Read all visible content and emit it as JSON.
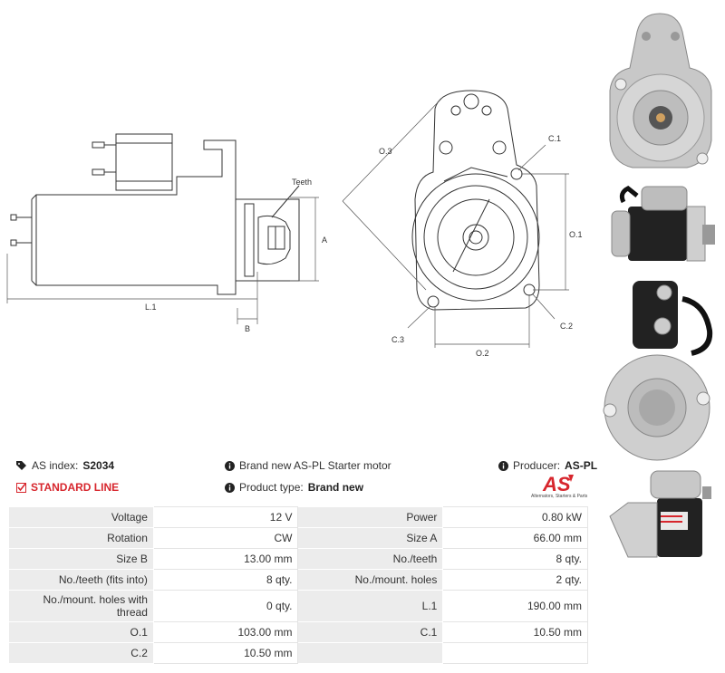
{
  "drawing_labels": {
    "teeth": "Teeth",
    "a": "A",
    "b": "B",
    "l1": "L.1",
    "o3": "O.3",
    "c1": "C.1",
    "o1": "O.1",
    "c2": "C.2",
    "c3": "C.3",
    "o2": "O.2"
  },
  "info": {
    "as_index_label": "AS index:",
    "as_index_value": "S2034",
    "standard_line": "STANDARD LINE",
    "description": "Brand new AS-PL Starter motor",
    "product_type_label": "Product type:",
    "product_type_value": "Brand new",
    "producer_label": "Producer:",
    "producer_value": "AS-PL"
  },
  "logo": {
    "text": "AS",
    "tagline": "Alternators, Starters & Parts",
    "color": "#d7262d"
  },
  "specs": [
    [
      "Voltage",
      "12 V",
      "Power",
      "0.80 kW"
    ],
    [
      "Rotation",
      "CW",
      "Size A",
      "66.00 mm"
    ],
    [
      "Size B",
      "13.00 mm",
      "No./teeth",
      "8 qty."
    ],
    [
      "No./teeth (fits into)",
      "8 qty.",
      "No./mount. holes",
      "2 qty."
    ],
    [
      "No./mount. holes with thread",
      "0 qty.",
      "L.1",
      "190.00 mm"
    ],
    [
      "O.1",
      "103.00 mm",
      "C.1",
      "10.50 mm"
    ],
    [
      "C.2",
      "10.50 mm",
      "",
      ""
    ]
  ]
}
